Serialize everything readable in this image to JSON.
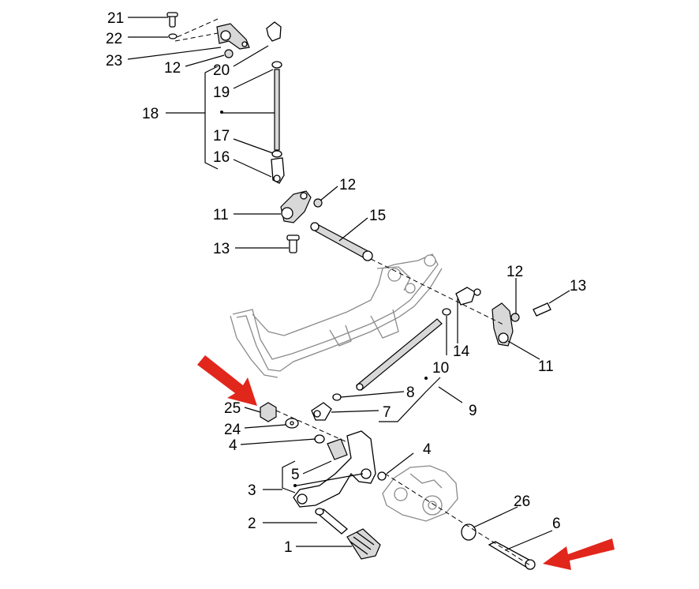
{
  "callouts": {
    "c21": "21",
    "c22": "22",
    "c23": "23",
    "c12a": "12",
    "c20": "20",
    "c19": "19",
    "c18": "18",
    "c17": "17",
    "c16": "16",
    "c12b": "12",
    "c11a": "11",
    "c15": "15",
    "c13a": "13",
    "c12c": "12",
    "c13b": "13",
    "c14": "14",
    "c10": "10",
    "c11b": "11",
    "c8": "8",
    "c9": "9",
    "c7": "7",
    "c25": "25",
    "c24": "24",
    "c4a": "4",
    "c4b": "4",
    "c5": "5",
    "c3": "3",
    "c2": "2",
    "c1": "1",
    "c26": "26",
    "c6": "6"
  },
  "highlight_color": "#e1261c"
}
